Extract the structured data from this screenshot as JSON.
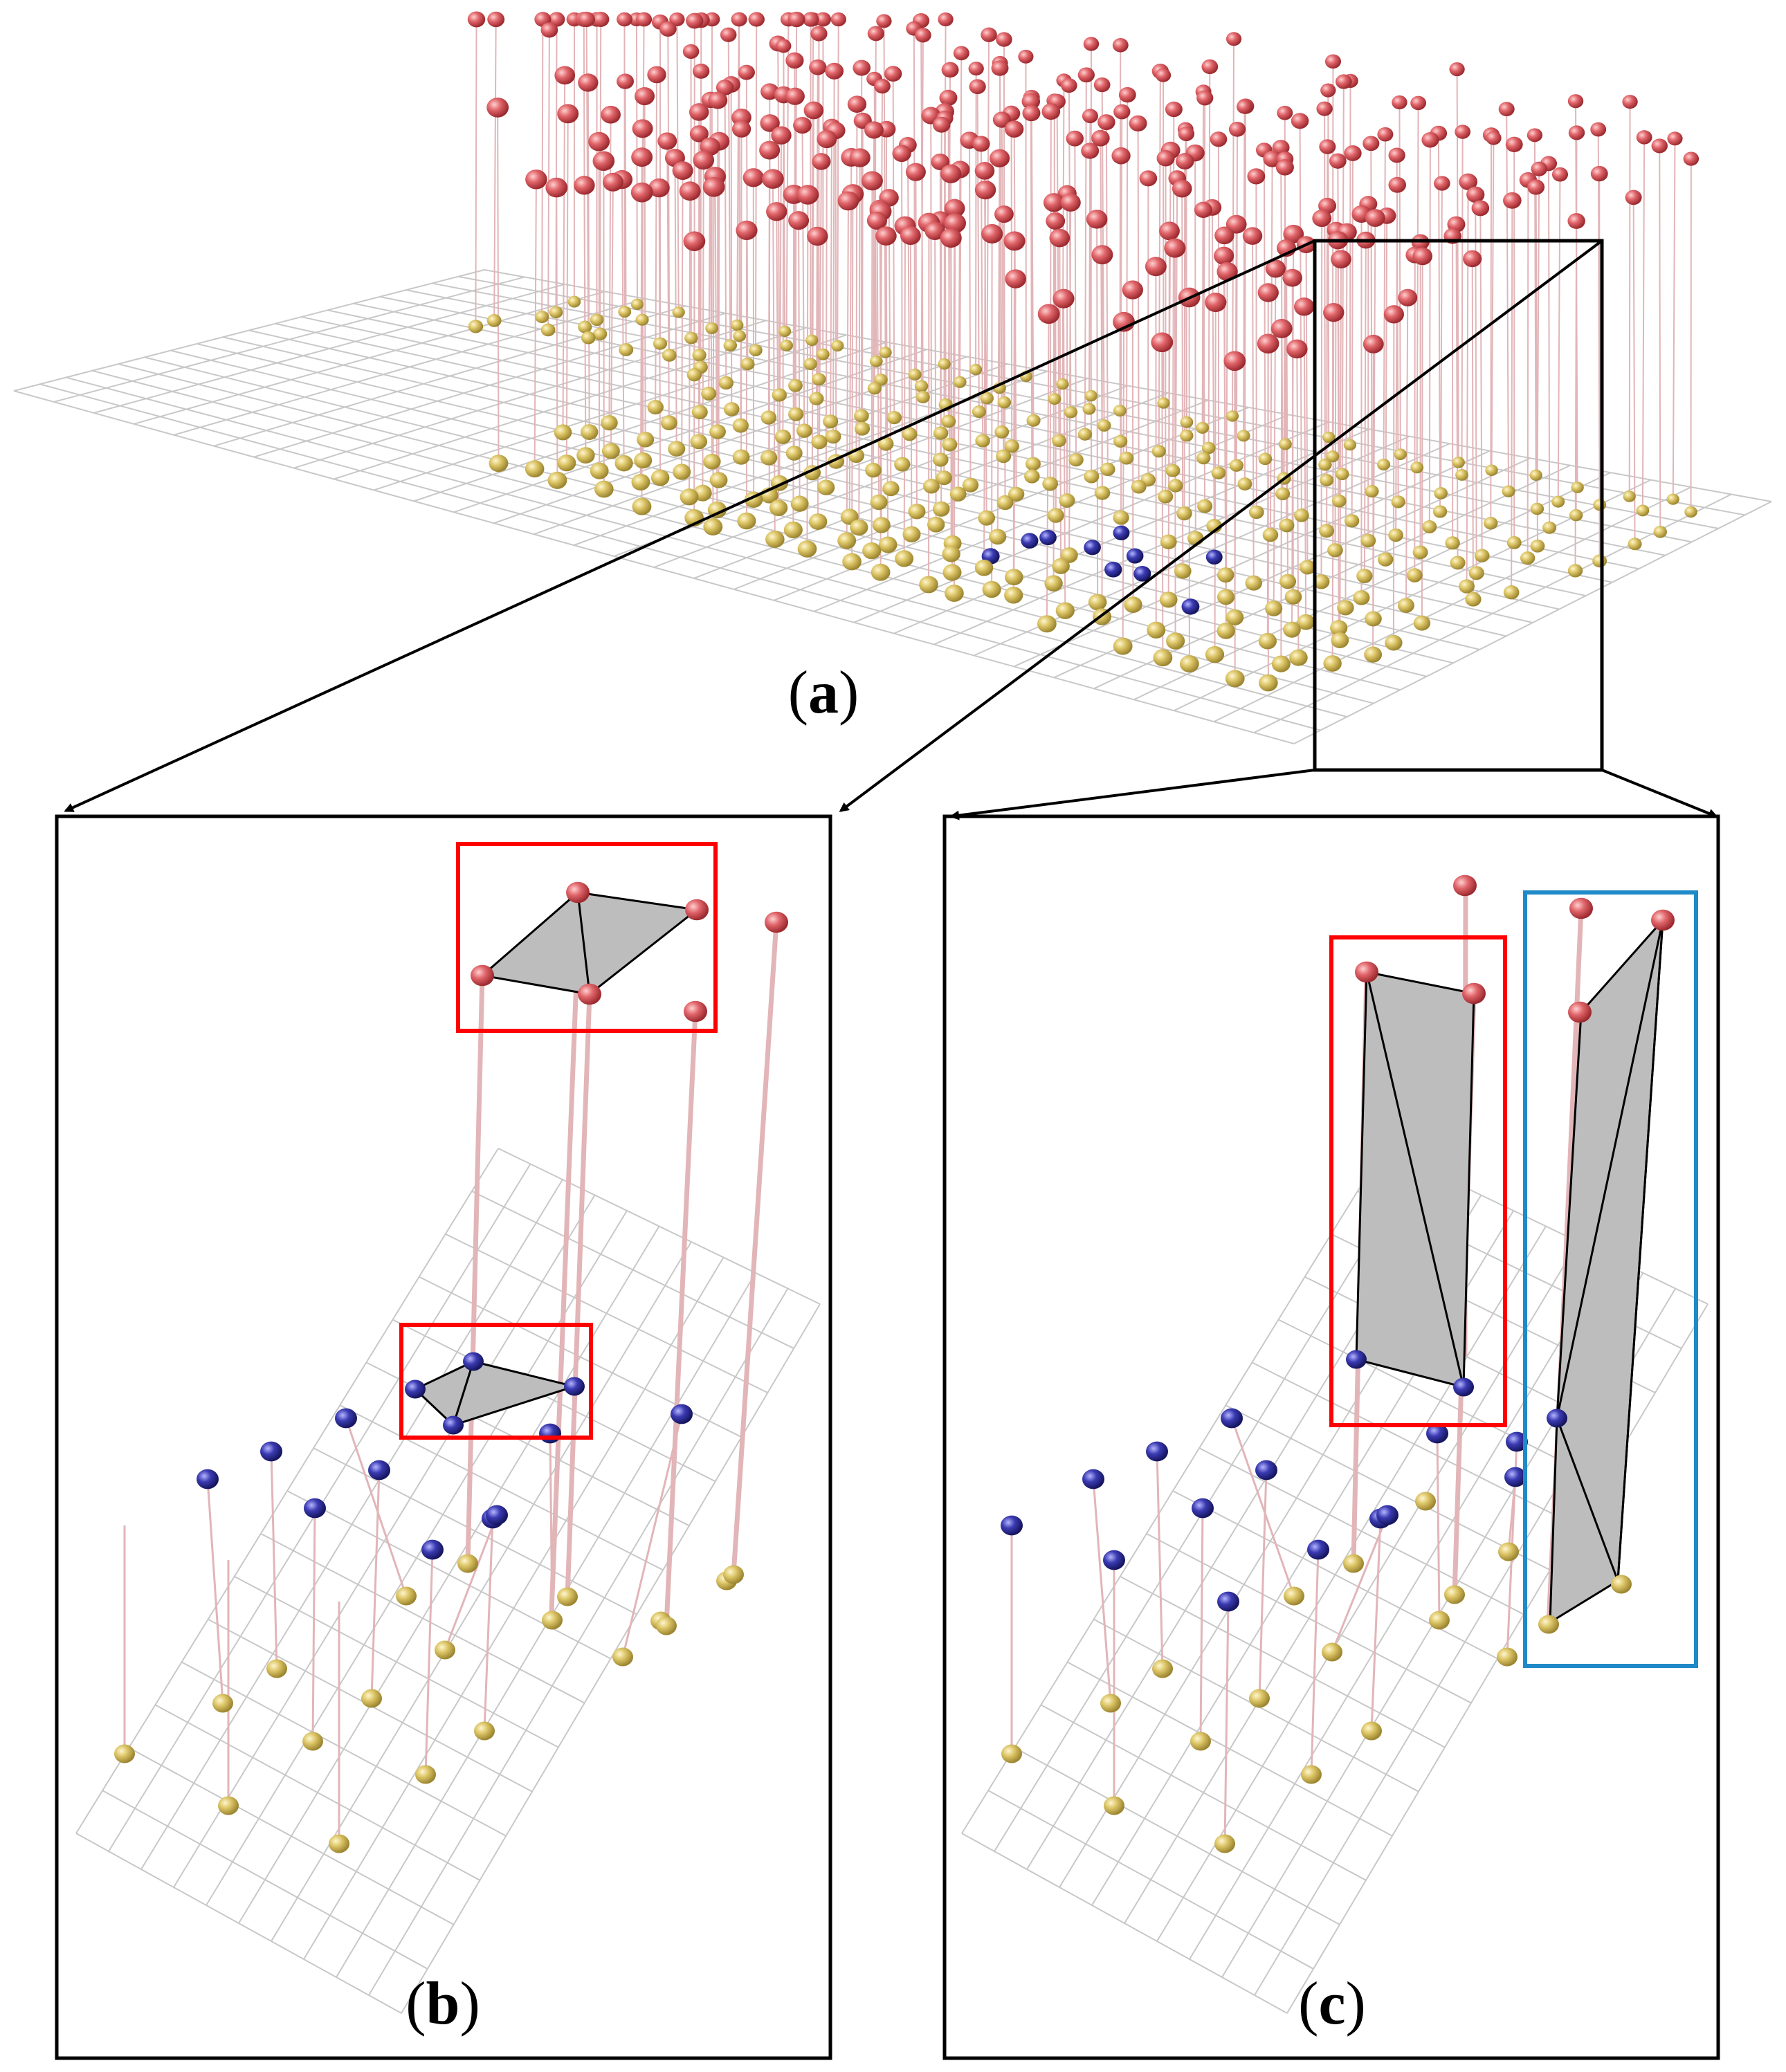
{
  "panels": {
    "a": {
      "caption_open": "(",
      "caption_letter": "a",
      "caption_close": ")"
    },
    "b": {
      "caption_open": "(",
      "caption_letter": "b",
      "caption_close": ")"
    },
    "c": {
      "caption_open": "(",
      "caption_letter": "c",
      "caption_close": ")"
    }
  },
  "colors": {
    "top_point": "#d9575d",
    "bottom_point": "#d8bf5a",
    "highlight_point": "#3a3aa8",
    "stem": "#e2b5b8",
    "grid": "#c8c8c8",
    "polygon_fill": "#bdbdbd",
    "red_box": "#ff0000",
    "blue_box": "#1f8ac8",
    "frame": "#000000"
  }
}
